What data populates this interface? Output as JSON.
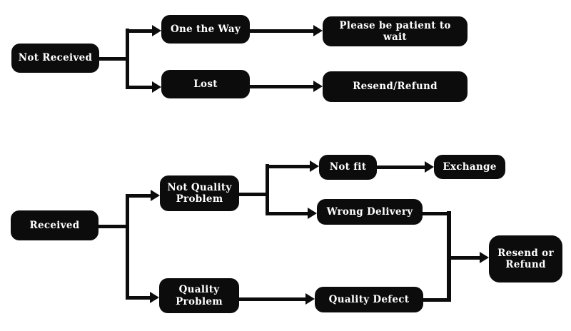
{
  "colors": {
    "background": "#ffffff",
    "node_fill": "#0c0c0c",
    "node_text": "#ffffff",
    "connector": "#0c0c0c"
  },
  "nodes": {
    "not_received": {
      "label": "Not Received"
    },
    "one_the_way": {
      "label": "One the Way"
    },
    "please_be_patient": {
      "label": "Please be patient to wait"
    },
    "lost": {
      "label": "Lost"
    },
    "resend_refund": {
      "label": "Resend/Refund"
    },
    "received": {
      "label": "Received"
    },
    "not_quality_problem": {
      "label": "Not Quality Problem"
    },
    "quality_problem": {
      "label": "Quality Problem"
    },
    "not_fit": {
      "label": "Not fit"
    },
    "exchange": {
      "label": "Exchange"
    },
    "wrong_delivery": {
      "label": "Wrong Delivery"
    },
    "quality_defect": {
      "label": "Quality Defect"
    },
    "resend_or_refund": {
      "label": "Resend or Refund"
    }
  },
  "edges": [
    {
      "from": "Not Received",
      "to": "One the Way"
    },
    {
      "from": "Not Received",
      "to": "Lost"
    },
    {
      "from": "One the Way",
      "to": "Please be patient to wait"
    },
    {
      "from": "Lost",
      "to": "Resend/Refund"
    },
    {
      "from": "Received",
      "to": "Not Quality Problem"
    },
    {
      "from": "Received",
      "to": "Quality Problem"
    },
    {
      "from": "Not Quality Problem",
      "to": "Not fit"
    },
    {
      "from": "Not Quality Problem",
      "to": "Wrong Delivery"
    },
    {
      "from": "Not fit",
      "to": "Exchange"
    },
    {
      "from": "Wrong Delivery",
      "to": "Resend or Refund"
    },
    {
      "from": "Quality Problem",
      "to": "Quality Defect"
    },
    {
      "from": "Quality Defect",
      "to": "Resend or Refund"
    }
  ]
}
